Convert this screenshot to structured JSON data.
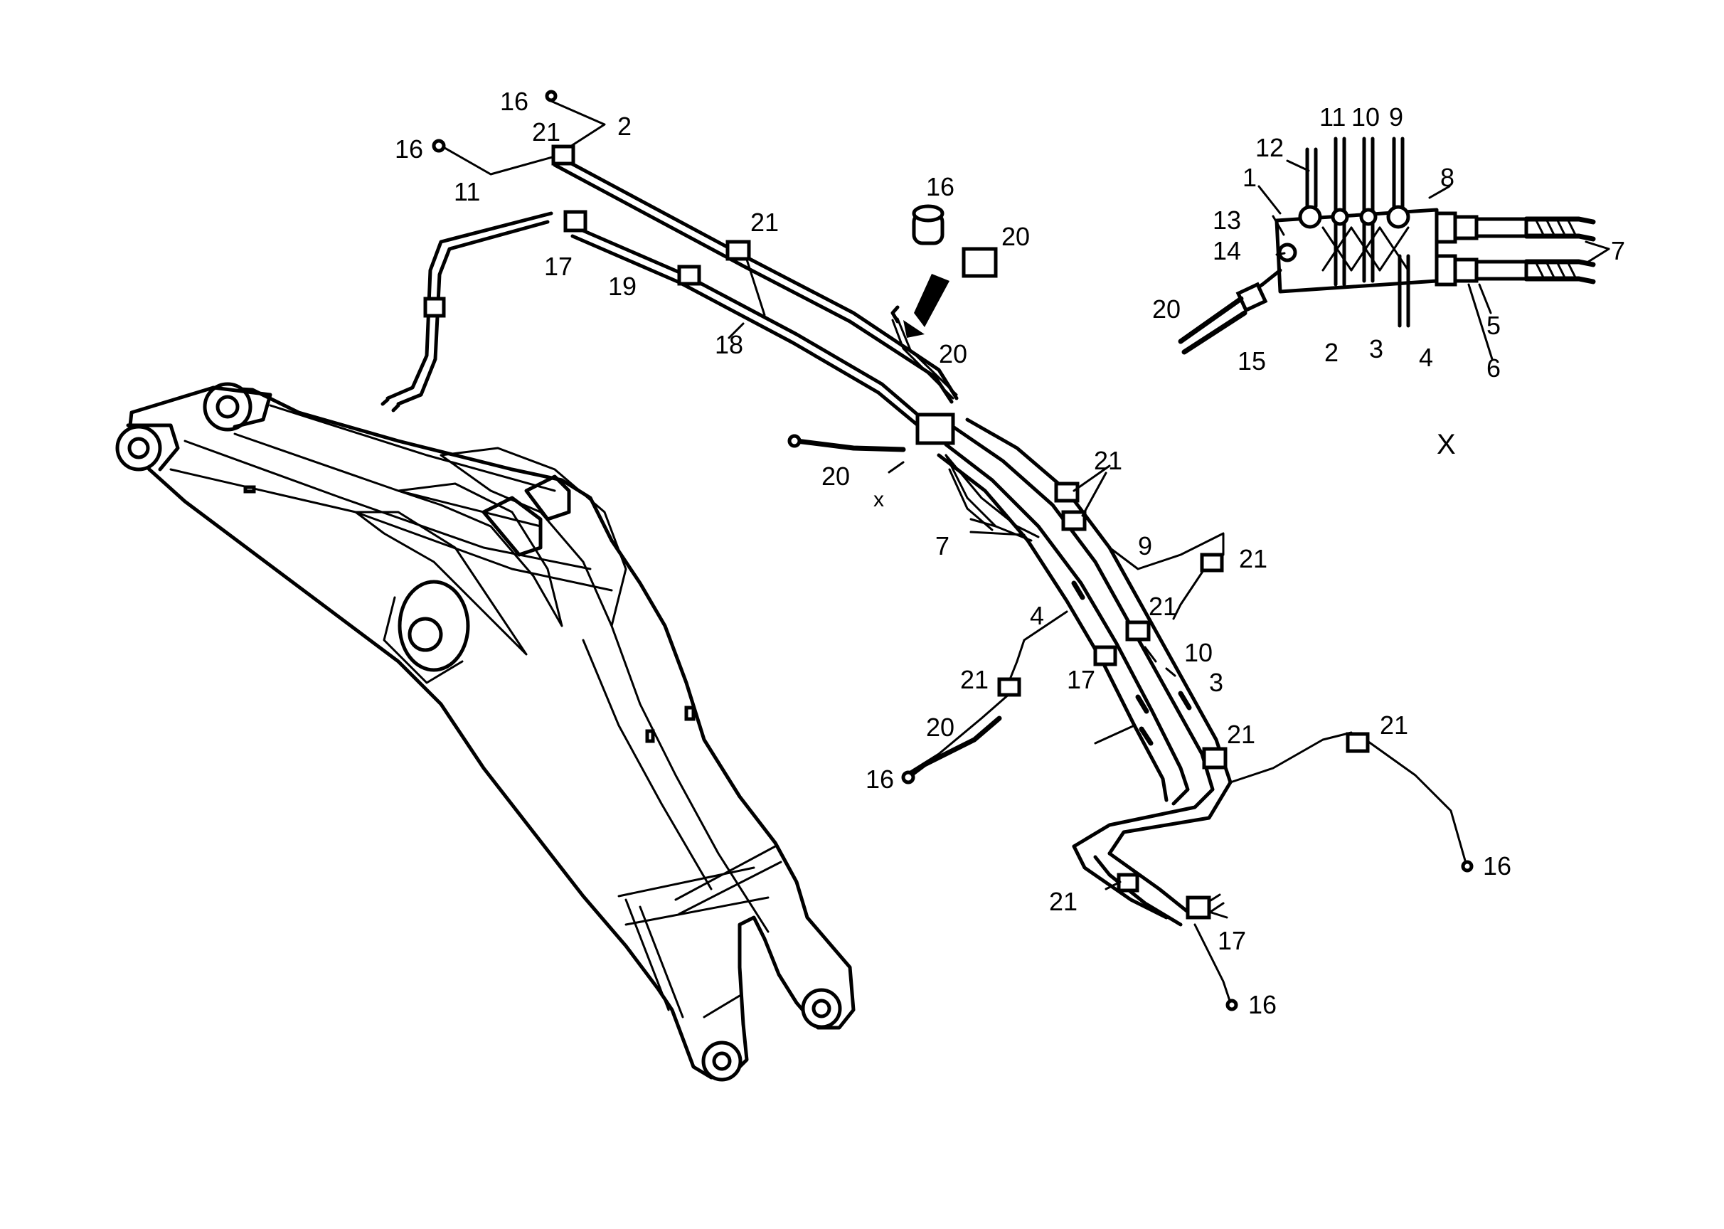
{
  "diagram": {
    "callouts": [
      {
        "id": "c-16-a",
        "text": "16"
      },
      {
        "id": "c-21-a",
        "text": "21"
      },
      {
        "id": "c-2-a",
        "text": "2"
      },
      {
        "id": "c-16-b",
        "text": "16"
      },
      {
        "id": "c-11-a",
        "text": "11"
      },
      {
        "id": "c-17-a",
        "text": "17"
      },
      {
        "id": "c-19",
        "text": "19"
      },
      {
        "id": "c-21-b",
        "text": "21"
      },
      {
        "id": "c-18",
        "text": "18"
      },
      {
        "id": "c-16-c",
        "text": "16"
      },
      {
        "id": "c-20-a",
        "text": "20"
      },
      {
        "id": "c-20-b",
        "text": "20"
      },
      {
        "id": "c-20-c",
        "text": "20"
      },
      {
        "id": "c-x-small",
        "text": "x"
      },
      {
        "id": "c-7-a",
        "text": "7"
      },
      {
        "id": "c-21-c",
        "text": "21"
      },
      {
        "id": "c-9-a",
        "text": "9"
      },
      {
        "id": "c-21-d",
        "text": "21"
      },
      {
        "id": "c-21-e",
        "text": "21"
      },
      {
        "id": "c-10-a",
        "text": "10"
      },
      {
        "id": "c-3-a",
        "text": "3"
      },
      {
        "id": "c-4-a",
        "text": "4"
      },
      {
        "id": "c-21-f",
        "text": "21"
      },
      {
        "id": "c-17-b",
        "text": "17"
      },
      {
        "id": "c-20-d",
        "text": "20"
      },
      {
        "id": "c-16-d",
        "text": "16"
      },
      {
        "id": "c-21-g",
        "text": "21"
      },
      {
        "id": "c-21-h",
        "text": "21"
      },
      {
        "id": "c-16-e",
        "text": "16"
      },
      {
        "id": "c-21-i",
        "text": "21"
      },
      {
        "id": "c-17-c",
        "text": "17"
      },
      {
        "id": "c-16-f",
        "text": "16"
      }
    ],
    "detail_x": {
      "title": "X",
      "callouts": [
        {
          "id": "d-11",
          "text": "11"
        },
        {
          "id": "d-10",
          "text": "10"
        },
        {
          "id": "d-9",
          "text": "9"
        },
        {
          "id": "d-12",
          "text": "12"
        },
        {
          "id": "d-1",
          "text": "1"
        },
        {
          "id": "d-8",
          "text": "8"
        },
        {
          "id": "d-13",
          "text": "13"
        },
        {
          "id": "d-14",
          "text": "14"
        },
        {
          "id": "d-7",
          "text": "7"
        },
        {
          "id": "d-20",
          "text": "20"
        },
        {
          "id": "d-5",
          "text": "5"
        },
        {
          "id": "d-15",
          "text": "15"
        },
        {
          "id": "d-2",
          "text": "2"
        },
        {
          "id": "d-3",
          "text": "3"
        },
        {
          "id": "d-4",
          "text": "4"
        },
        {
          "id": "d-6",
          "text": "6"
        }
      ]
    }
  }
}
